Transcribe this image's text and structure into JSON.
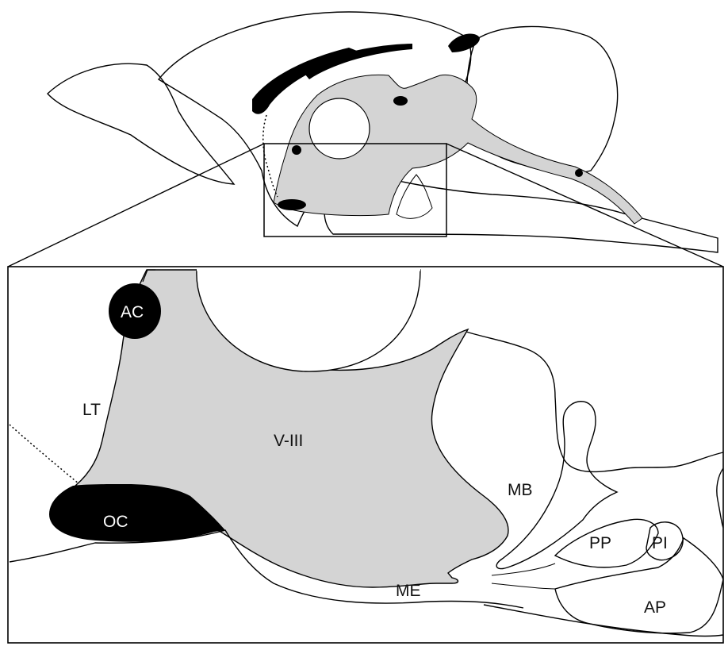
{
  "colors": {
    "ventricle_fill": "#d4d4d4",
    "tissue_fill": "#f2f2f2",
    "black_structure": "#000000",
    "outline": "#000000",
    "background": "#ffffff"
  },
  "labels": {
    "ac": "AC",
    "lt": "LT",
    "v3": "V-III",
    "oc": "OC",
    "mb": "MB",
    "me": "ME",
    "pp": "PP",
    "pi": "PI",
    "ap": "AP"
  }
}
